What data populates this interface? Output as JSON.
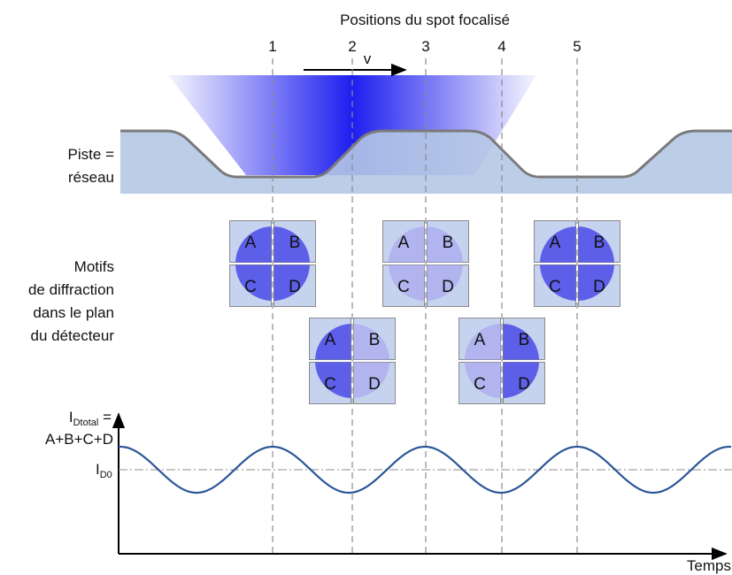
{
  "title": "Positions du spot focalisé",
  "positions": [
    "1",
    "2",
    "3",
    "4",
    "5"
  ],
  "velocity_label": "v",
  "track_label": [
    "Piste =",
    "réseau"
  ],
  "patterns_label": [
    "Motifs",
    "de diffraction",
    "dans le plan",
    "du détecteur"
  ],
  "quadrant_labels": [
    "A",
    "B",
    "C",
    "D"
  ],
  "patterns": [
    {
      "position": "1",
      "row": "top",
      "dark_quadrants": [
        "A",
        "B",
        "C",
        "D"
      ],
      "light_quadrants": []
    },
    {
      "position": "2",
      "row": "bottom",
      "dark_quadrants": [
        "A",
        "C"
      ],
      "light_quadrants": [
        "B",
        "D"
      ]
    },
    {
      "position": "3",
      "row": "top",
      "dark_quadrants": [],
      "light_quadrants": [
        "A",
        "B",
        "C",
        "D"
      ]
    },
    {
      "position": "4",
      "row": "bottom",
      "dark_quadrants": [
        "B",
        "D"
      ],
      "light_quadrants": [
        "A",
        "C"
      ]
    },
    {
      "position": "5",
      "row": "top",
      "dark_quadrants": [
        "A",
        "B",
        "C",
        "D"
      ],
      "light_quadrants": []
    }
  ],
  "signal": {
    "y_label_main": "I",
    "y_label_sub": "Dtotal",
    "y_label_eq": " =",
    "y_label_line2": "A+B+C+D",
    "ref_main": "I",
    "ref_sub": "D0",
    "x_label": "Temps"
  },
  "colors": {
    "beam": "#1e1ef0",
    "track_fill": "#b5c8e6",
    "track_edge": "#7a7a7a",
    "square_fill": "#c5d3ef",
    "square_edge": "#8a8a8a",
    "spot_dark": "#4a4ae8",
    "spot_light": "#a9a9ee",
    "curve": "#2b5797",
    "guide": "#8c8c8c"
  }
}
